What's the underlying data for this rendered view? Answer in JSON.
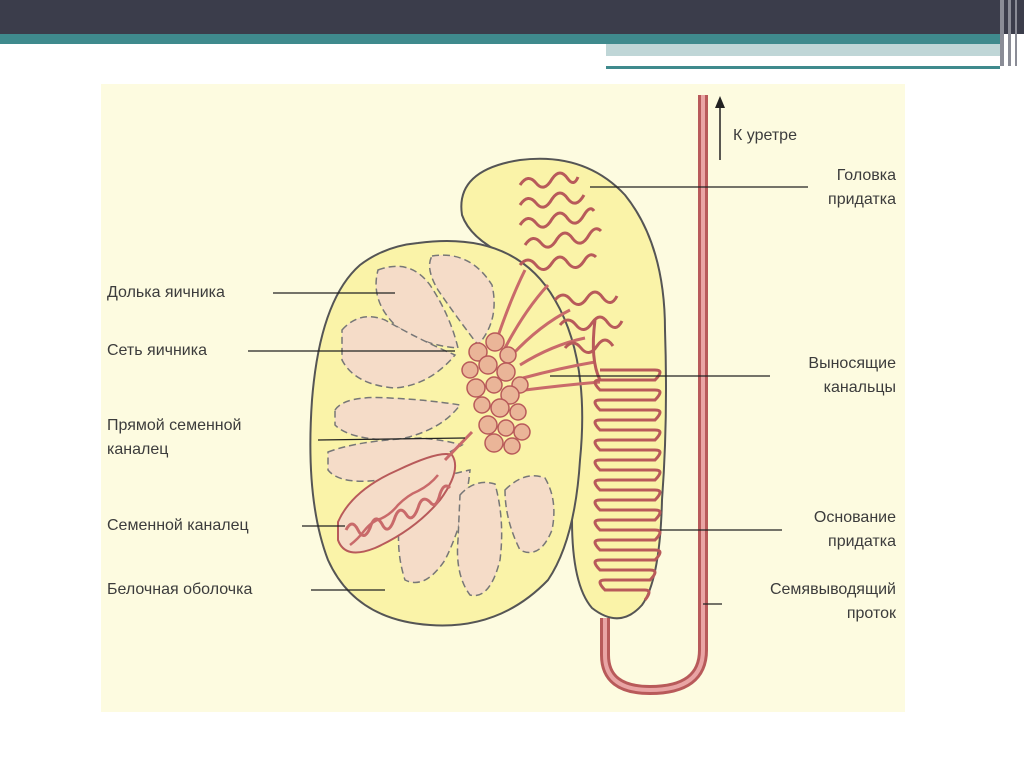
{
  "labels": {
    "to_urethra": "К уретре",
    "epididymis_head_1": "Головка",
    "epididymis_head_2": "придатка",
    "testis_lobule": "Долька яичника",
    "rete_testis": "Сеть яичника",
    "straight_tubule_1": "Прямой семенной",
    "straight_tubule_2": "каналец",
    "efferent_ducts_1": "Выносящие",
    "efferent_ducts_2": "канальцы",
    "seminiferous_tubule": "Семенной каналец",
    "epididymis_base_1": "Основание",
    "epididymis_base_2": "придатка",
    "tunica_albuginea": "Белочная оболочка",
    "vas_deferens_1": "Семявыводящий",
    "vas_deferens_2": "проток"
  },
  "colors": {
    "header": "#3b3d4b",
    "accent": "#3f8a8d",
    "background": "#fdfbe0",
    "tissue": "#faf3a8",
    "lobule": "#f5dcc8",
    "tubule": "#c96a6a"
  }
}
